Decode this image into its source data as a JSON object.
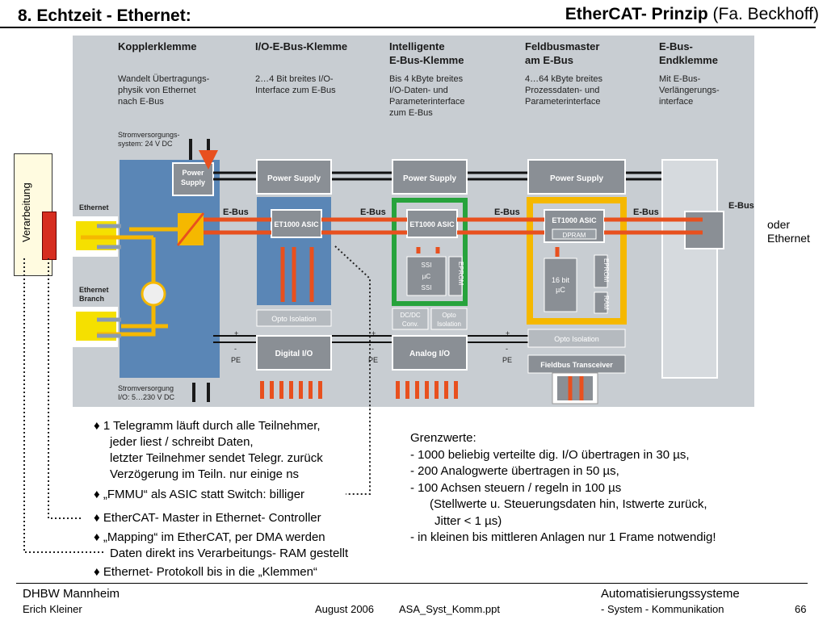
{
  "header": {
    "title": "8. Echtzeit - Ethernet:",
    "subtitle_bold": "EtherCAT- Prinzip",
    "subtitle_rest": "(Fa. Beckhoff)"
  },
  "diagram": {
    "columns": [
      {
        "title1": "Kopplerklemme",
        "title2": "",
        "desc1": "Wandelt Übertragungs-",
        "desc2": "physik von Ethernet",
        "desc3": "nach E-Bus",
        "desc4": ""
      },
      {
        "title1": "I/O-E-Bus-Klemme",
        "title2": "",
        "desc1": "2…4 Bit breites I/O-",
        "desc2": "Interface zum E-Bus",
        "desc3": "",
        "desc4": ""
      },
      {
        "title1": "Intelligente",
        "title2": "E-Bus-Klemme",
        "desc1": "Bis 4 kByte breites",
        "desc2": "I/O-Daten- und",
        "desc3": "Parameterinterface",
        "desc4": "zum E-Bus"
      },
      {
        "title1": "Feldbusmaster",
        "title2": "am E-Bus",
        "desc1": "4…64 kByte breites",
        "desc2": "Prozessdaten- und",
        "desc3": "Parameterinterface",
        "desc4": ""
      },
      {
        "title1": "E-Bus-",
        "title2": "Endklemme",
        "desc1": "Mit E-Bus-",
        "desc2": "Verlängerungs-",
        "desc3": "interface",
        "desc4": ""
      }
    ],
    "power_note1": "Stromversorgungs-",
    "power_note2": "system: 24 V DC",
    "power_bottom1": "Stromversorgung",
    "power_bottom2": "I/O: 5…230 V DC",
    "power_supply": "Power Supply",
    "power_supply_small1": "Power",
    "power_supply_small2": "Supply",
    "ebus": "E-Bus",
    "ethernet": "Ethernet",
    "ethernet_branch1": "Ethernet",
    "ethernet_branch2": "Branch",
    "asic": "ET1000 ASIC",
    "dpram": "DPRAM",
    "opto": "Opto Isolation",
    "opto_small1": "Opto",
    "opto_small2": "Isolation",
    "dcdc1": "DC/DC",
    "dcdc2": "Conv.",
    "digital_io": "Digital I/O",
    "analog_io": "Analog I/O",
    "fieldbus": "Fieldbus Transceiver",
    "ssi": "SSI",
    "uc": "µC",
    "eprom": "EPROM",
    "ram": "RAM",
    "bit16_1": "16 bit",
    "bit16_2": "µC",
    "plus": "+",
    "minus": "-",
    "pe": "PE"
  },
  "side_label": "Verarbeitung",
  "oder": {
    "line1": "oder",
    "line2": "Ethernet"
  },
  "bullets": {
    "b1_line1": "♦ 1 Telegramm läuft durch alle Teilnehmer,",
    "b1_line2": "jeder liest / schreibt Daten,",
    "b1_line3": "letzter Teilnehmer sendet Telegr. zurück",
    "b1_line4": "Verzögerung im Teiln. nur einige ns",
    "b2": "♦  „FMMU“ als ASIC statt Switch: billiger",
    "b3": "♦  EtherCAT- Master in Ethernet- Controller",
    "b4_line1": "♦  „Mapping“ im EtherCAT, per DMA werden",
    "b4_line2": "Daten direkt ins Verarbeitungs- RAM gestellt",
    "b5": "♦  Ethernet- Protokoll bis in die „Klemmen“"
  },
  "limits": {
    "heading": "Grenzwerte:",
    "l1": "- 1000 beliebig verteilte dig. I/O übertragen in 30 µs,",
    "l2": "-   200 Analogwerte übertragen in 50 µs,",
    "l3": "-   100 Achsen steuern / regeln in 100 µs",
    "l4": "(Stellwerte u. Steuerungsdaten hin, Istwerte zurück,",
    "l5": "Jitter < 1 µs)",
    "l6": "- in kleinen bis mittleren Anlagen nur 1 Frame notwendig!"
  },
  "footer": {
    "org": "DHBW  Mannheim",
    "course": "Automatisierungssysteme",
    "author": "Erich Kleiner",
    "date": "August 2006",
    "file": "ASA_Syst_Komm.ppt",
    "section": "- System - Kommunikation",
    "page": "66"
  },
  "colors": {
    "panel": "#c8cdd2",
    "blue": "#5a86b6",
    "green": "#27a33c",
    "yellow": "#f5b800",
    "arrow": "#e8501e",
    "gray_box": "#8a8f95"
  }
}
